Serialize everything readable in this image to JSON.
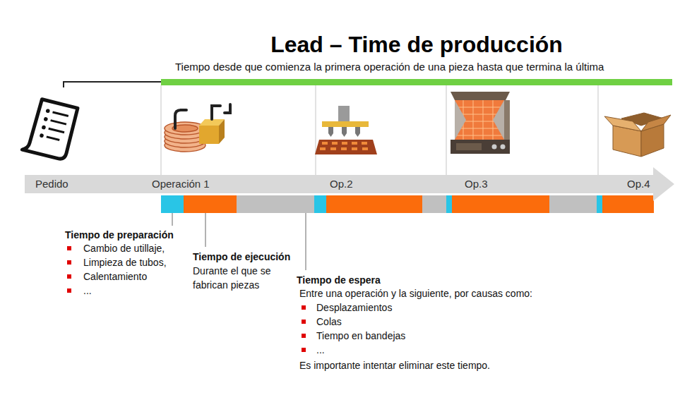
{
  "diagram": {
    "title": "Lead – Time de producción",
    "nodes": [
      {
        "text": [
          "Pedido",
          "Operación 1",
          "Op.2",
          "Op.3",
          "Op.4"
        ]
      }
    ],
    "labels": [
      "Tiempo desde que comienza la primera operación de una pieza hasta que termina la última",
      "Tiempo de preparación",
      "Cambio de utillaje,",
      "Limpieza de tubos,",
      "Calentamiento",
      "...",
      "Tiempo de ejecución",
      "Durante el que se fabrican piezas",
      "Tiempo de espera",
      "Entre una operación y la siguiente, por causas como:",
      "Desplazamientos",
      "Colas",
      "Tiempo en bandejas",
      "...",
      "Es importante intentar eliminar este tiempo."
    ]
  }
}
